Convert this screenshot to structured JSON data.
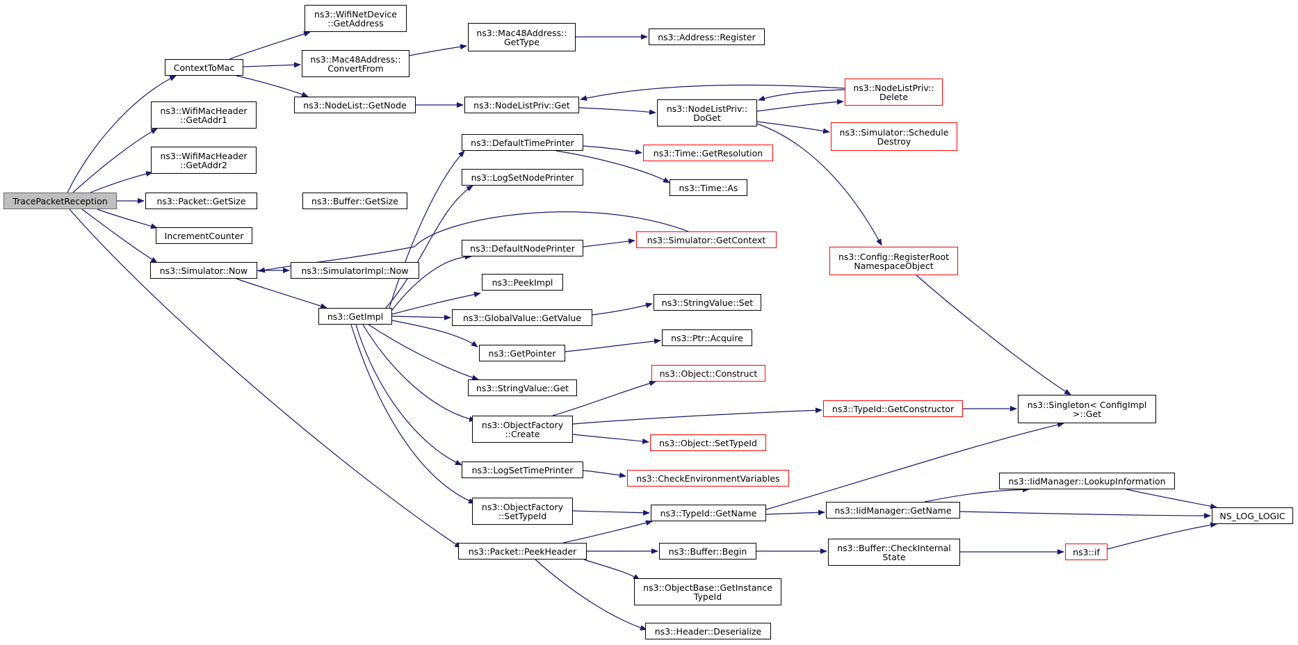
{
  "colors": {
    "edge": "#191970",
    "node_border": "#000000",
    "truncated_border": "#ff0000",
    "root_fill": "#bfbfbf"
  },
  "nodes": {
    "trace_packet_reception": "TracePacketReception",
    "context_to_mac": "ContextToMac",
    "wifi_mac_header_get_addr1": "ns3::WifiMacHeader\n::GetAddr1",
    "wifi_mac_header_get_addr2": "ns3::WifiMacHeader\n::GetAddr2",
    "packet_get_size": "ns3::Packet::GetSize",
    "increment_counter": "IncrementCounter",
    "simulator_now": "ns3::Simulator::Now",
    "wifi_net_device_get_address": "ns3::WifiNetDevice\n::GetAddress",
    "mac48_convert_from": "ns3::Mac48Address::\nConvertFrom",
    "node_list_get_node": "ns3::NodeList::GetNode",
    "buffer_get_size": "ns3::Buffer::GetSize",
    "simulator_impl_now": "ns3::SimulatorImpl::Now",
    "get_impl": "ns3::GetImpl",
    "mac48_get_type": "ns3::Mac48Address::\nGetType",
    "address_register": "ns3::Address::Register",
    "node_list_priv_get": "ns3::NodeListPriv::Get",
    "node_list_priv_do_get": "ns3::NodeListPriv::\nDoGet",
    "node_list_priv_delete": "ns3::NodeListPriv::\nDelete",
    "simulator_schedule_destroy": "ns3::Simulator::Schedule\nDestroy",
    "default_time_printer": "ns3::DefaultTimePrinter",
    "time_get_resolution": "ns3::Time::GetResolution",
    "time_as": "ns3::Time::As",
    "log_set_node_printer": "ns3::LogSetNodePrinter",
    "default_node_printer": "ns3::DefaultNodePrinter",
    "simulator_get_context": "ns3::Simulator::GetContext",
    "config_register_root_namespace_object": "ns3::Config::RegisterRoot\nNamespaceObject",
    "peek_impl": "ns3::PeekImpl",
    "global_value_get_value": "ns3::GlobalValue::GetValue",
    "string_value_set": "ns3::StringValue::Set",
    "get_pointer": "ns3::GetPointer",
    "ptr_acquire": "ns3::Ptr::Acquire",
    "string_value_get": "ns3::StringValue::Get",
    "object_construct": "ns3::Object::Construct",
    "object_factory_create": "ns3::ObjectFactory\n::Create",
    "type_id_get_constructor": "ns3::TypeId::GetConstructor",
    "singleton_config_impl_get": "ns3::Singleton< ConfigImpl\n>::Get",
    "object_set_type_id": "ns3::Object::SetTypeId",
    "log_set_time_printer": "ns3::LogSetTimePrinter",
    "check_environment_variables": "ns3::CheckEnvironmentVariables",
    "object_factory_set_type_id": "ns3::ObjectFactory\n::SetTypeId",
    "type_id_get_name": "ns3::TypeId::GetName",
    "iid_manager_lookup_information": "ns3::IidManager::LookupInformation",
    "iid_manager_get_name": "ns3::IidManager::GetName",
    "ns_log_logic": "NS_LOG_LOGIC",
    "packet_peek_header": "ns3::Packet::PeekHeader",
    "buffer_begin": "ns3::Buffer::Begin",
    "buffer_check_internal_state": "ns3::Buffer::CheckInternal\nState",
    "ns3_if": "ns3::if",
    "object_base_get_instance_type_id": "ns3::ObjectBase::GetInstance\nTypeId",
    "header_deserialize": "ns3::Header::Deserialize"
  }
}
